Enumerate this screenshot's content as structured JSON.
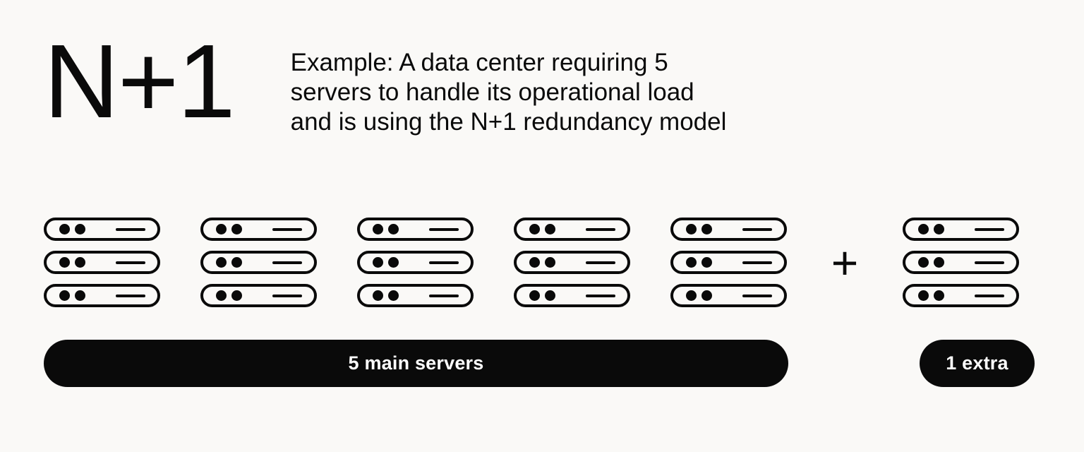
{
  "page": {
    "background_color": "#faf9f7",
    "foreground_color": "#0a0a0a",
    "label_text_color": "#ffffff"
  },
  "header": {
    "title": "N+1",
    "description": "Example: A data center requiring 5\nservers to handle its operational load\nand is using the N+1 redundancy model"
  },
  "diagram": {
    "operator": "+",
    "main_group": {
      "stack_count": 5,
      "units_per_stack": 3,
      "label": "5 main servers"
    },
    "extra_group": {
      "stack_count": 1,
      "units_per_stack": 3,
      "label": "1 extra"
    },
    "server_unit": {
      "led_count": 2,
      "icon_name": "server-rack-unit"
    }
  }
}
